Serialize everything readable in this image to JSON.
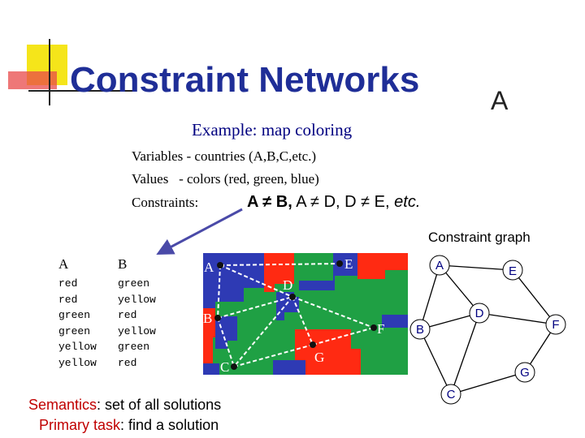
{
  "slide": {
    "title": "Constraint Networks",
    "letter": "A",
    "subtitle": "Example: map coloring"
  },
  "body": {
    "variables": "Variables - countries (A,B,C,etc.)",
    "values": "Values   - colors (red, green, blue)",
    "constraints_label": "Constraints:",
    "formula": {
      "t1": "A ≠ B,",
      "t2": "A ≠ D,",
      "t3": "D ≠ E,",
      "t4": "etc."
    }
  },
  "table": {
    "headers": [
      "A",
      "B"
    ],
    "rows": [
      [
        "red",
        "green"
      ],
      [
        "red",
        "yellow"
      ],
      [
        "green",
        "red"
      ],
      [
        "green",
        "yellow"
      ],
      [
        "yellow",
        "green"
      ],
      [
        "yellow",
        "red"
      ]
    ]
  },
  "map": {
    "nodes": [
      "A",
      "B",
      "C",
      "D",
      "E",
      "F",
      "G"
    ],
    "colors": {
      "red": "#ff2a12",
      "green": "#1fa044",
      "blue": "#2e3ab4",
      "node": "#111111"
    }
  },
  "graph": {
    "label": "Constraint graph",
    "nodes": [
      "A",
      "E",
      "D",
      "B",
      "F",
      "G",
      "C"
    ],
    "edges": [
      [
        "A",
        "E"
      ],
      [
        "A",
        "D"
      ],
      [
        "A",
        "B"
      ],
      [
        "D",
        "B"
      ],
      [
        "D",
        "F"
      ],
      [
        "E",
        "F"
      ],
      [
        "B",
        "C"
      ],
      [
        "D",
        "C"
      ],
      [
        "C",
        "G"
      ],
      [
        "F",
        "G"
      ]
    ],
    "node_text_color": "#000080"
  },
  "footer": {
    "semantics_key": "Semantics",
    "semantics_rest": ": set of all solutions",
    "task_key": "Primary task",
    "task_rest": ": find a solution"
  }
}
